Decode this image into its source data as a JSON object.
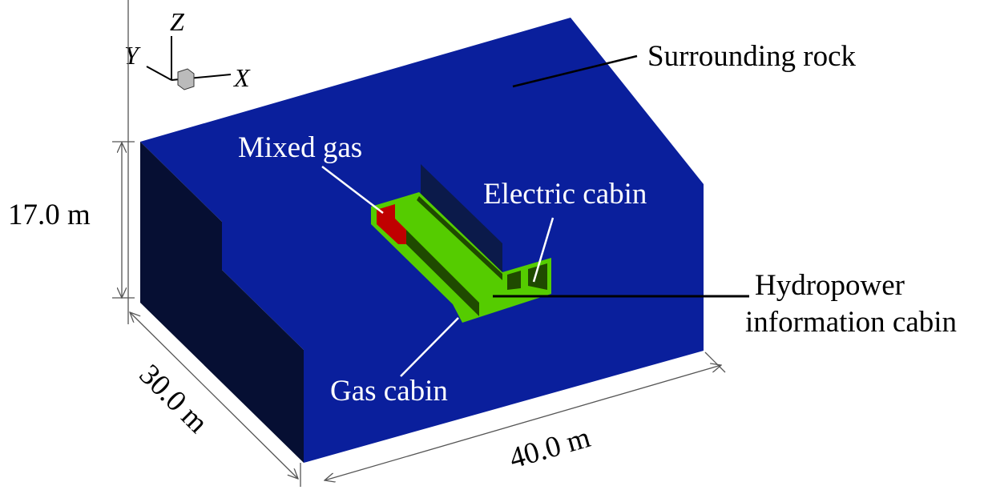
{
  "axes": {
    "z": "Z",
    "y": "Y",
    "x": "X"
  },
  "labels": {
    "surrounding_rock": "Surrounding rock",
    "mixed_gas": "Mixed gas",
    "electric_cabin": "Electric cabin",
    "hydropower_line1": "Hydropower",
    "hydropower_line2": "information cabin",
    "gas_cabin": "Gas cabin"
  },
  "dimensions": {
    "height": "17.0 m",
    "depth": "30.0 m",
    "width": "40.0 m"
  },
  "colors": {
    "rock_top": "#0a1f9c",
    "rock_side": "#060f33",
    "tunnel": "#55cc00",
    "tunnel_shadow": "#1f4a00",
    "gas": "#c00000"
  }
}
